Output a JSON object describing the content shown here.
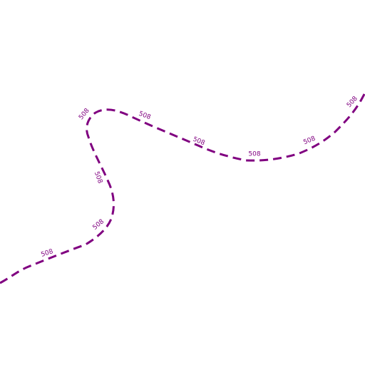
{
  "map": {
    "background": "#ffffff",
    "route": {
      "ref": "508",
      "color": "#800080",
      "style": "dashed",
      "labels": [
        "508",
        "508",
        "508",
        "508",
        "508",
        "508",
        "508",
        "508"
      ]
    }
  }
}
